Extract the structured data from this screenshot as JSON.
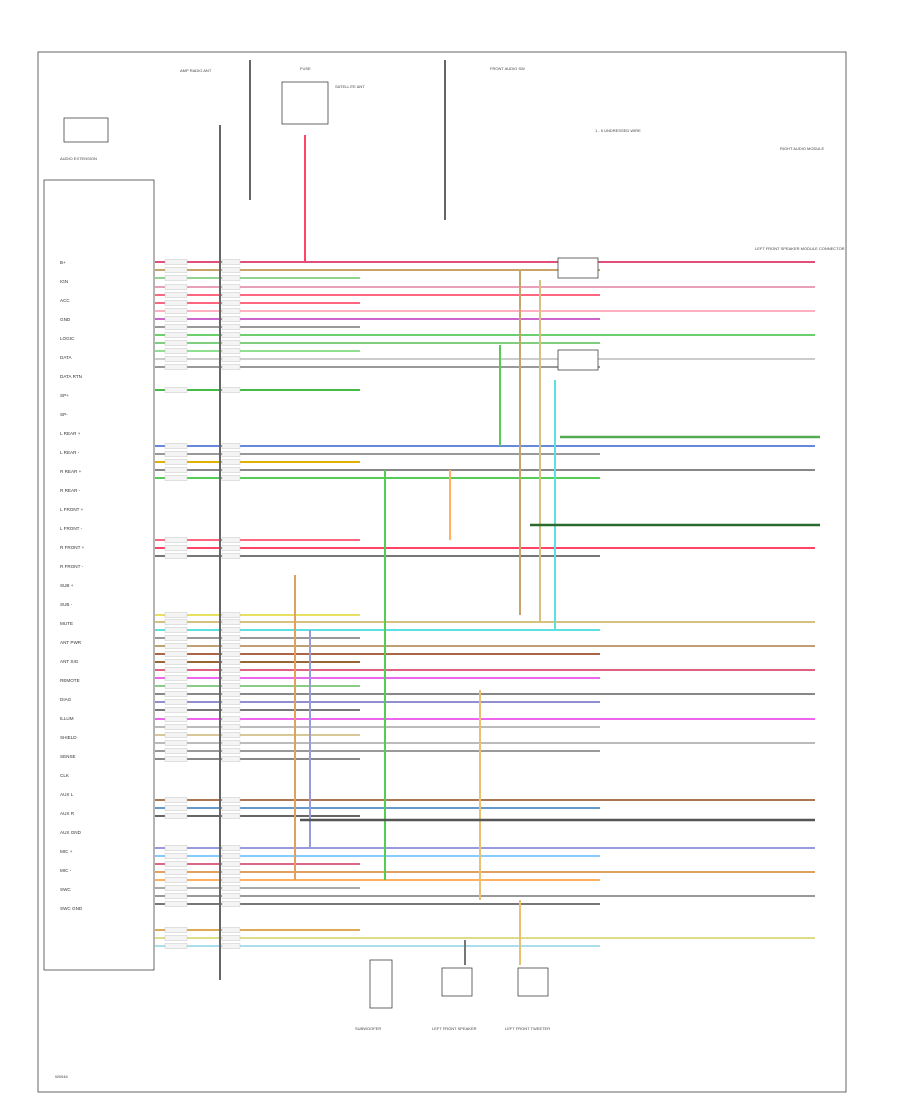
{
  "page_id": "W0046",
  "title_note": "1 - 5 UNDRESSED WIRE",
  "top_components": {
    "radio_ant": "AMP RADIO ANT",
    "fuse": "FUSE",
    "sat_ant": "SATELLITE ANT",
    "audio_ext": "AUDIO EXTENSION",
    "front_sw": "FRONT AUDIO SW",
    "right_module": "RIGHT AUDIO MODULE"
  },
  "right_box": "LEFT FRONT SPEAKER MODULE CONNECTOR",
  "bottom_components": [
    "SUBWOOFER",
    "LEFT FRONT SPEAKER",
    "LEFT FRONT TWEETER"
  ],
  "left_labels": [
    "B+",
    "IGN",
    "ACC",
    "GND",
    "LOGIC",
    "DATA",
    "DATA RTN",
    "SP+",
    "SP-",
    "L REAR +",
    "L REAR -",
    "R REAR +",
    "R REAR -",
    "L FRONT +",
    "L FRONT -",
    "R FRONT +",
    "R FRONT -",
    "SUB +",
    "SUB -",
    "MUTE",
    "ANT PWR",
    "ANT SIG",
    "REMOTE",
    "DIAG",
    "ILLUM",
    "SHIELD",
    "SENSE",
    "CLK",
    "AUX L",
    "AUX R",
    "AUX GND",
    "MIC +",
    "MIC -",
    "SWC",
    "SWC GND"
  ]
}
